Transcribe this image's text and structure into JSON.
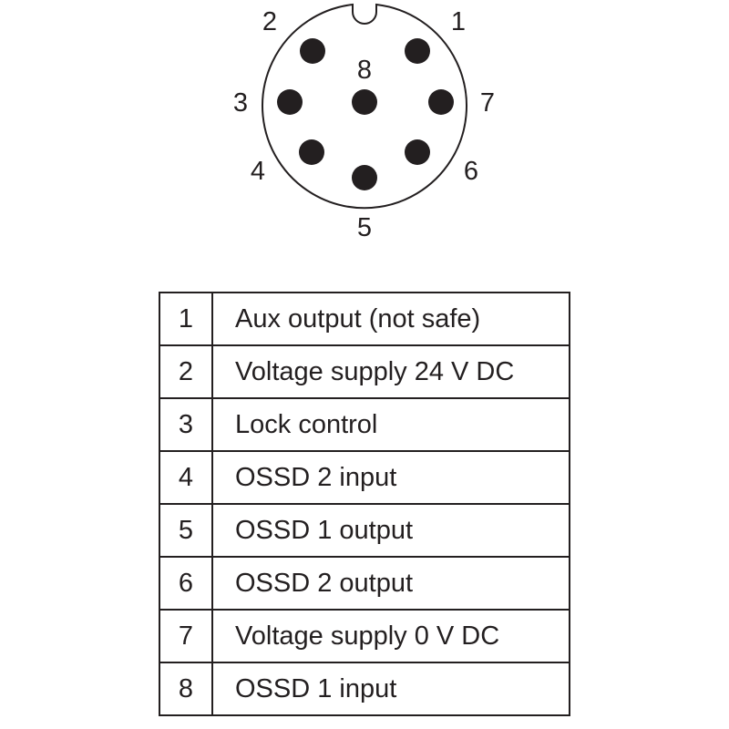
{
  "connector": {
    "pins": [
      {
        "number": "1"
      },
      {
        "number": "2"
      },
      {
        "number": "3"
      },
      {
        "number": "4"
      },
      {
        "number": "5"
      },
      {
        "number": "6"
      },
      {
        "number": "7"
      },
      {
        "number": "8"
      }
    ]
  },
  "pin_table": [
    {
      "pin": "1",
      "function": "Aux output (not safe)"
    },
    {
      "pin": "2",
      "function": "Voltage supply 24 V DC"
    },
    {
      "pin": "3",
      "function": "Lock control"
    },
    {
      "pin": "4",
      "function": "OSSD 2 input"
    },
    {
      "pin": "5",
      "function": "OSSD 1 output"
    },
    {
      "pin": "6",
      "function": "OSSD 2 output"
    },
    {
      "pin": "7",
      "function": "Voltage supply 0 V DC"
    },
    {
      "pin": "8",
      "function": "OSSD 1 input"
    }
  ]
}
